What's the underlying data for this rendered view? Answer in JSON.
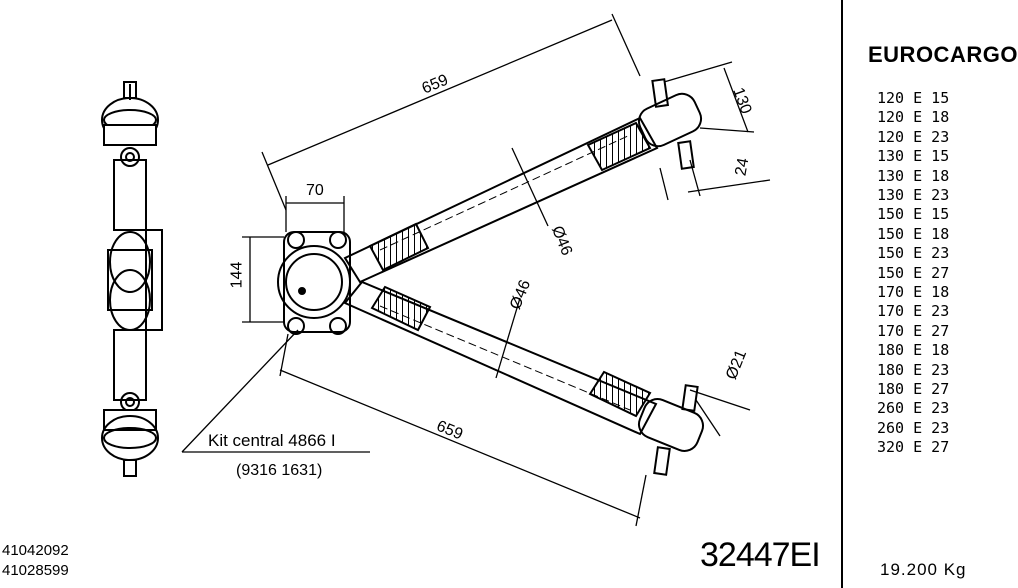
{
  "brand": "EUROCARGO",
  "models": [
    "120 E 15",
    "120 E 18",
    "120 E 23",
    "130 E 15",
    "130 E 18",
    "130 E 23",
    "150 E 15",
    "150 E 18",
    "150 E 23",
    "150 E 27",
    "170 E 18",
    "170 E 23",
    "170 E 27",
    "180 E 18",
    "180 E 23",
    "180 E 27",
    "260 E 23",
    "260 E 23",
    "320 E 27"
  ],
  "reference_codes": [
    "41042092",
    "41028599"
  ],
  "part_number": "32447EI",
  "weight": "19.200 Kg",
  "kit_label": "Kit central 4866 I",
  "kit_code": "(9316 1631)",
  "dimensions": {
    "upper_length": "659",
    "lower_length": "659",
    "width_70": "70",
    "height_144": "144",
    "height_130": "130",
    "depth_24": "24",
    "dia_46_upper": "Ø46",
    "dia_46_lower": "Ø46",
    "dia_21": "Ø21"
  }
}
